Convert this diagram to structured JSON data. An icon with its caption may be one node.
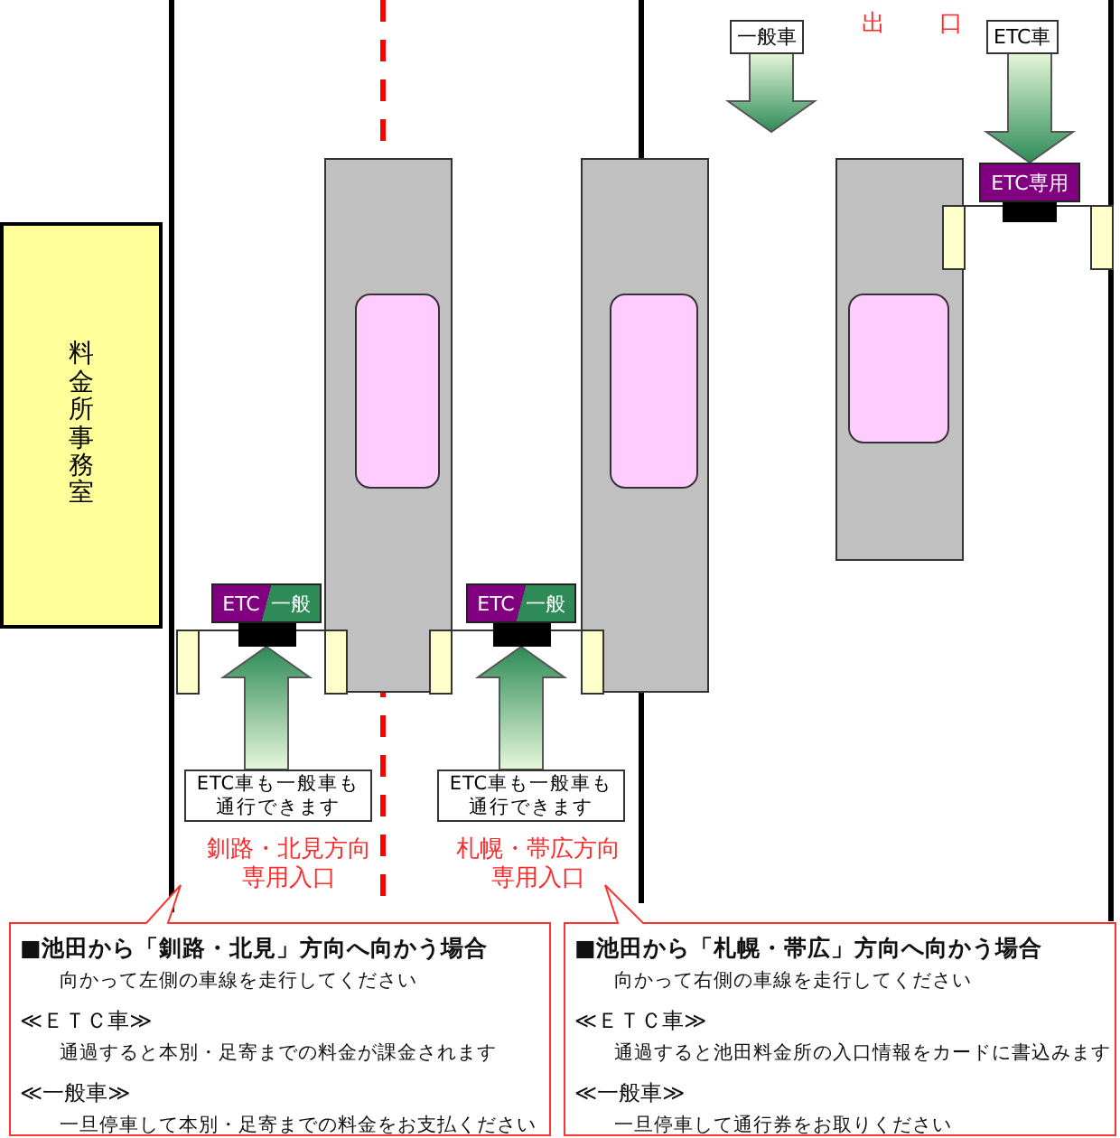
{
  "diagram": {
    "nodes": [
      {
        "text": [
          "料金所事務室"
        ]
      },
      {
        "text": [
          "ETC",
          "一般"
        ]
      },
      {
        "text": [
          "ETC",
          "一般"
        ]
      },
      {
        "text": [
          "ETC専用"
        ]
      },
      {
        "text": [
          "一般車"
        ]
      },
      {
        "text": [
          "ETC車"
        ]
      },
      {
        "text": [
          "ETC車も一般車も通行できます"
        ]
      },
      {
        "text": [
          "ETC車も一般車も通行できます"
        ]
      },
      {
        "text": [
          "■池田から「釧路・北見」方向へ向かう場合",
          "向かって左側の車線を走行してください",
          "≪ＥＴＣ車≫",
          "通過すると本別・足寄までの料金が課金されます",
          "≪一般車≫",
          "一旦停車して本別・足寄までの料金をお支払ください"
        ]
      },
      {
        "text": [
          "■池田から「札幌・帯広」方向へ向かう場合",
          "向かって右側の車線を走行してください",
          "≪ＥＴＣ車≫",
          "通過すると池田料金所の入口情報をカードに書込みます",
          "≪一般車≫",
          "一旦停車して通行券をお取りください"
        ]
      }
    ],
    "edges": [
      {
        "from": 4,
        "to": null,
        "arrow": "to"
      },
      {
        "from": 5,
        "to": 3,
        "arrow": "to"
      },
      {
        "from": 6,
        "to": 1,
        "arrow": "to"
      },
      {
        "from": 7,
        "to": 2,
        "arrow": "to"
      }
    ],
    "labels": [
      "出口",
      "釧路・北見方向専用入口",
      "札幌・帯広方向専用入口"
    ]
  }
}
